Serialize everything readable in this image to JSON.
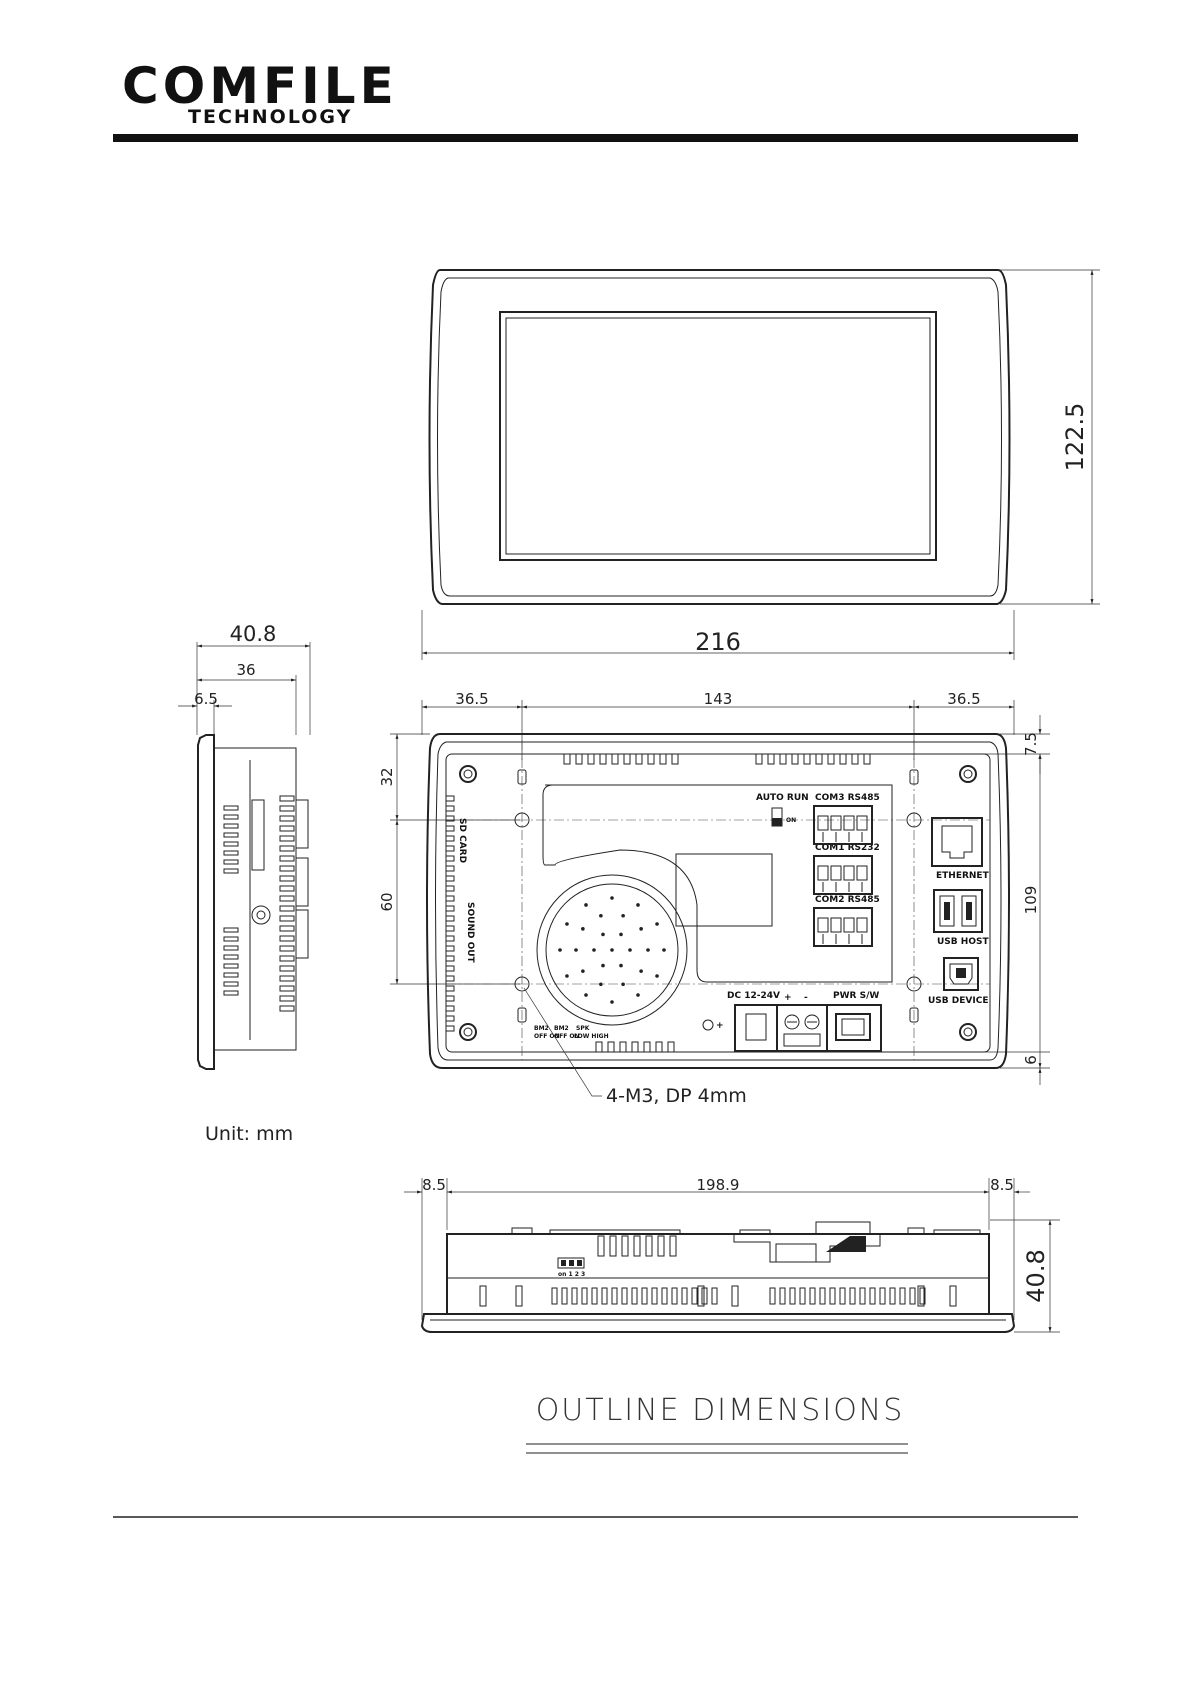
{
  "header": {
    "logo_main": "COMFILE",
    "logo_sub": "TECHNOLOGY"
  },
  "front_view": {
    "width_label": "216",
    "height_label": "122.5"
  },
  "side_view": {
    "depth_total": "40.8",
    "depth_body": "36",
    "bezel": "6.5",
    "unit_note": "Unit: mm"
  },
  "rear_view": {
    "left_margin": "36.5",
    "hole_spacing": "143",
    "right_margin": "36.5",
    "top_offset": "7.5",
    "left_upper": "32",
    "left_mid": "60",
    "overall_height": "109",
    "bottom_offset": "6",
    "mount_note": "4-M3,  DP  4mm",
    "labels": {
      "auto_run": "AUTO RUN",
      "on": "ON",
      "com3": "COM3 RS485",
      "com1": "COM1 RS232",
      "com2": "COM2 RS485",
      "ethernet": "ETHERNET",
      "usb_host": "USB HOST",
      "usb_device": "USB DEVICE",
      "sd_card": "SD CARD",
      "sound_out": "SOUND OUT",
      "dc": "DC 12-24V",
      "plus": "+",
      "minus": "-",
      "pwr": "PWR S/W",
      "bm2a": "BM2",
      "bm2b": "BM2",
      "spk": "SPK",
      "off_on_a": "OFF ON",
      "off_on_b": "OFF ON",
      "low_high": "LOW HIGH"
    }
  },
  "bottom_view": {
    "left": "8.5",
    "span": "198.9",
    "right": "8.5",
    "height": "40.8",
    "dip": "on 1 2 3"
  },
  "footer": {
    "title": "OUTLINE DIMENSIONS"
  }
}
